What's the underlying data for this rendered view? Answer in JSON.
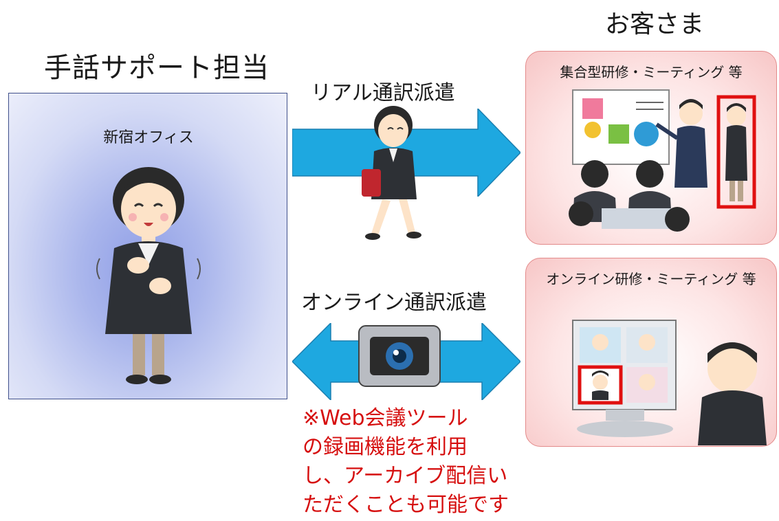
{
  "titles": {
    "support": "手話サポート担当",
    "customer": "お客さま"
  },
  "left_panel": {
    "office": "新宿オフィス"
  },
  "arrows": {
    "real": "リアル通訳派遣",
    "online": "オンライン通訳派遣"
  },
  "right_panels": {
    "top_caption": "集合型研修・ミーティング 等",
    "bottom_caption": "オンライン研修・ミーティング 等"
  },
  "note": {
    "line1": "※Web会議ツール",
    "line2": "の録画機能を利用",
    "line3": "し、アーカイブ配信い",
    "line4": "ただくことも可能です"
  },
  "colors": {
    "arrow": "#1ea8e0",
    "note": "#d60f0f",
    "highlight": "#e01010",
    "panel_left": "#aab6ec",
    "panel_right": "#f7c6c6"
  }
}
